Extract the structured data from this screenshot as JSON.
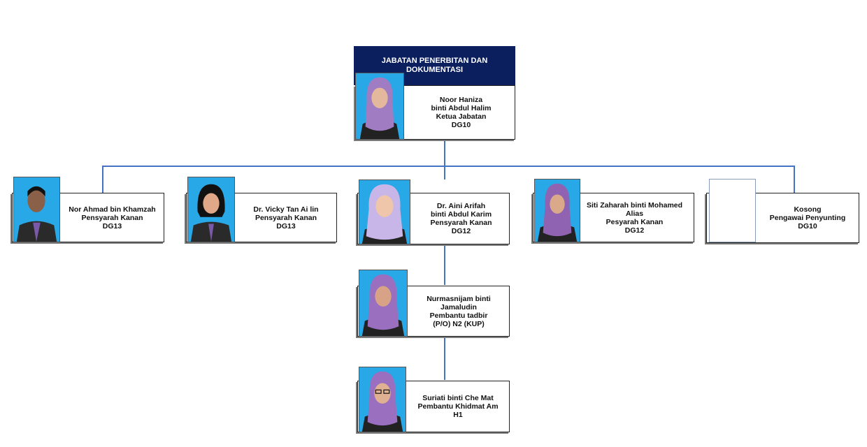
{
  "department": {
    "title": "JABATAN PENERBITAN DAN DOKUMENTASI"
  },
  "head": {
    "line1": "Noor Haniza",
    "line2": "binti Abdul Halim",
    "line3": "Ketua Jabatan",
    "line4": "DG10"
  },
  "staff": [
    {
      "line1": "Nor Ahmad bin Khamzah",
      "line2": "Pensyarah Kanan",
      "line3": "DG13"
    },
    {
      "line1": "Dr. Vicky Tan Ai lin",
      "line2": "Pensyarah Kanan",
      "line3": "DG13"
    },
    {
      "line1": "Dr. Aini Arifah",
      "line2": "binti Abdul Karim",
      "line3": "Pensyarah Kanan",
      "line4": "DG12"
    },
    {
      "line1": "Siti Zaharah binti Mohamed",
      "line2": "Alias",
      "line3": "Pesyarah Kanan",
      "line4": "DG12"
    },
    {
      "line1": "Kosong",
      "line2": "Pengawai Penyunting",
      "line3": "DG10"
    }
  ],
  "sub1": {
    "line1": "Nurmasnijam binti",
    "line2": "Jamaludin",
    "line3": "Pembantu tadbir",
    "line4": "(P/O) N2 (KUP)"
  },
  "sub2": {
    "line1": "Suriati binti Che Mat",
    "line2": "Pembantu Khidmat Am",
    "line3": "H1"
  },
  "colors": {
    "header": "#0b1f5f",
    "connector": "#4472c4",
    "photo_bg": "#29a8e8"
  }
}
